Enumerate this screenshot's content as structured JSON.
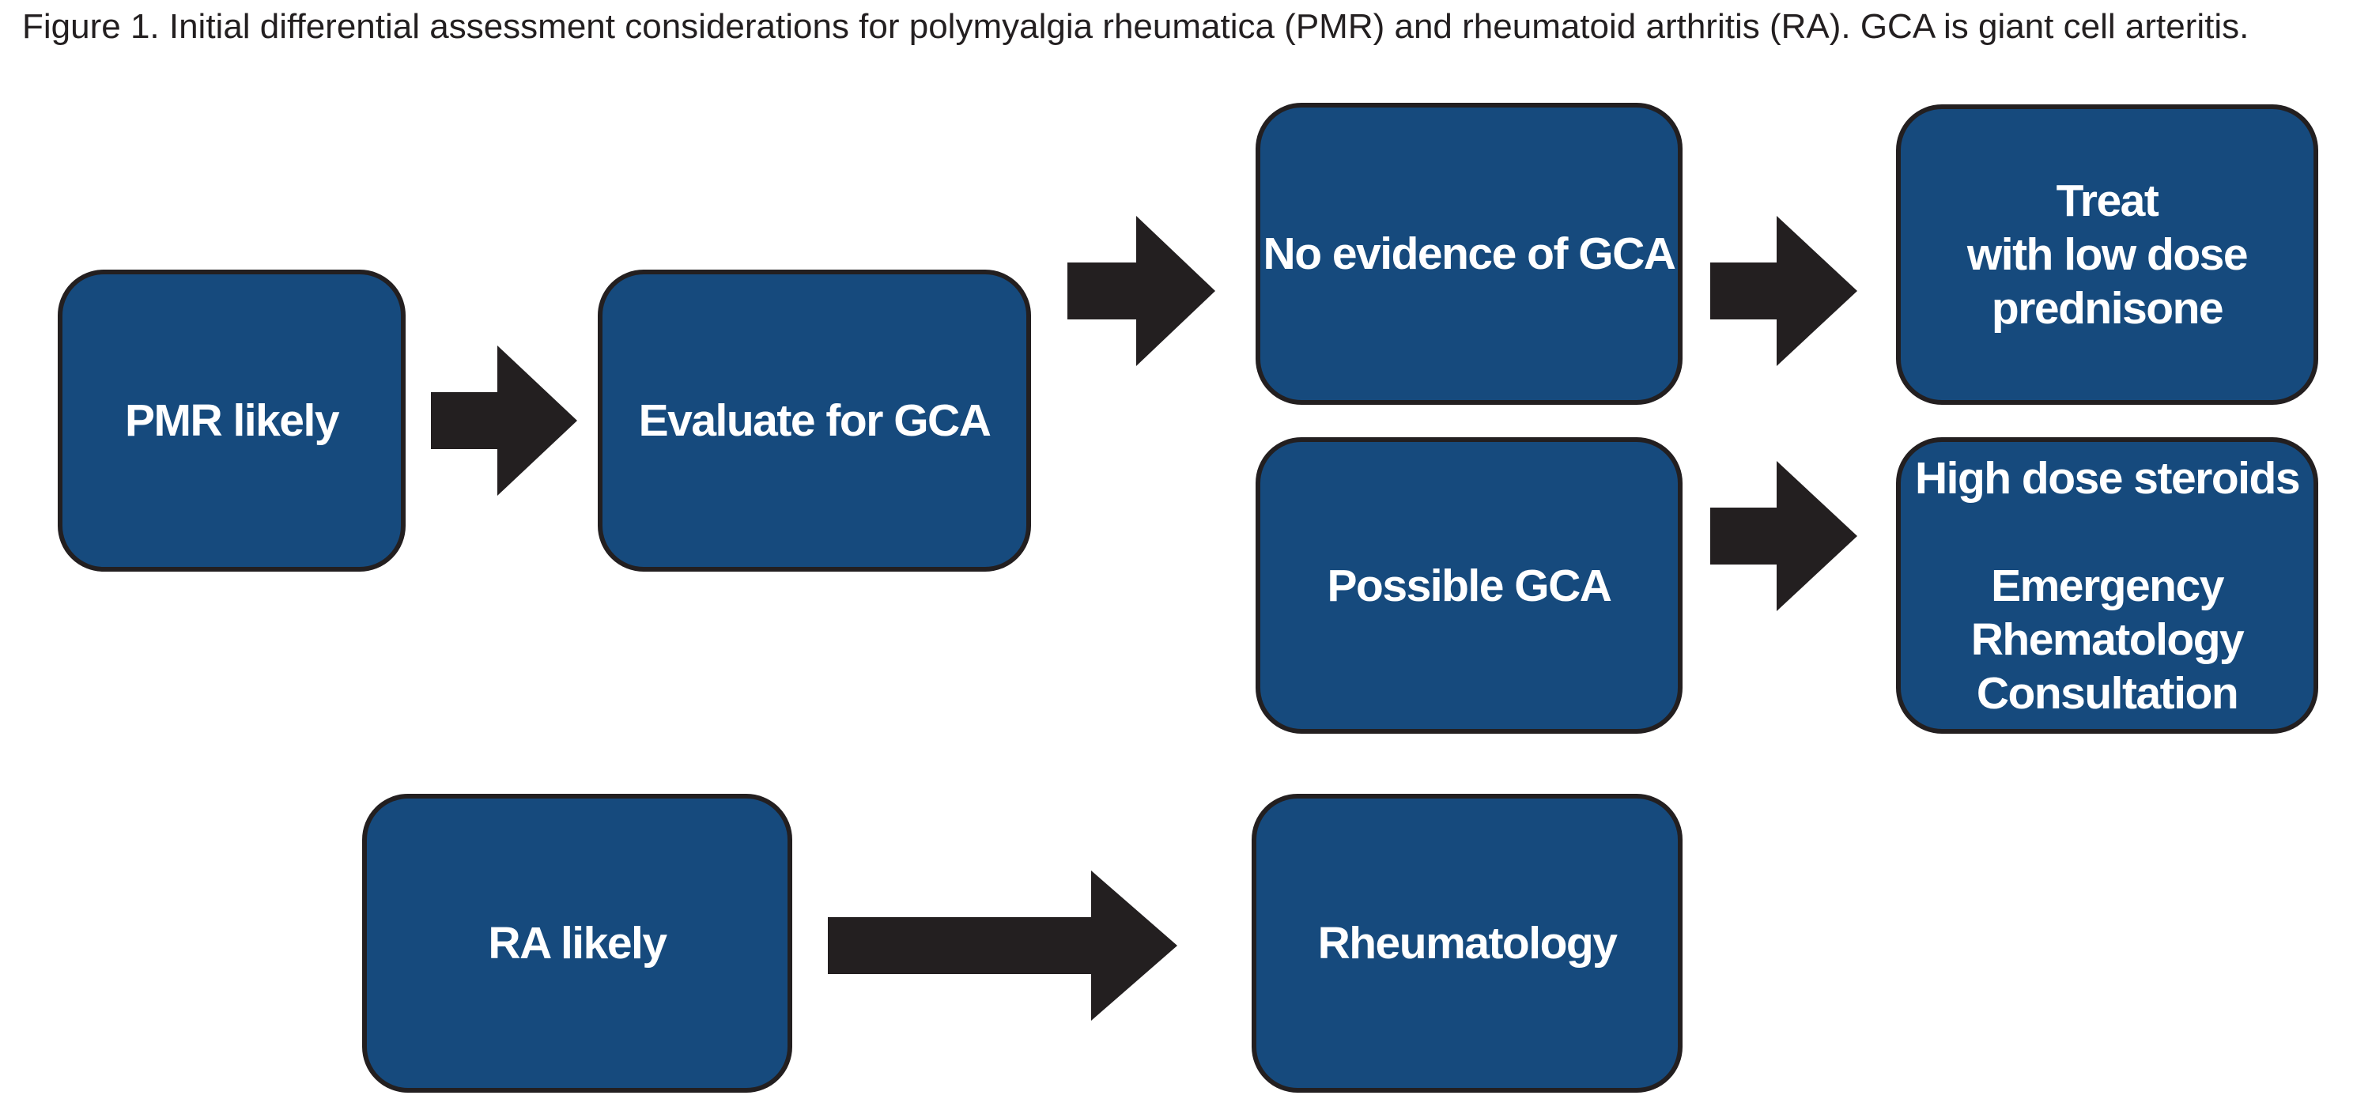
{
  "figure": {
    "caption": "Figure 1. Initial differential assessment considerations for polymyalgia rheumatica (PMR) and rheumatoid arthritis (RA). GCA is giant cell arteritis."
  },
  "colors": {
    "box_fill": "#164A7D",
    "ink": "#231F20",
    "box_text": "#FFFFFF",
    "background": "#FFFFFF"
  },
  "flowchart": {
    "nodes": [
      {
        "id": "pmr-likely",
        "lines": [
          "PMR likely"
        ]
      },
      {
        "id": "evaluate-for-gca",
        "lines": [
          "Evaluate for GCA"
        ]
      },
      {
        "id": "no-evidence-of-gca",
        "lines": [
          "No evidence of GCA"
        ]
      },
      {
        "id": "treat-with-low-dose-prednisone",
        "lines": [
          "Treat",
          "with low dose",
          "prednisone"
        ]
      },
      {
        "id": "possible-gca",
        "lines": [
          "Possible GCA"
        ]
      },
      {
        "id": "high-dose-steroids",
        "lines": [
          "High dose steroids",
          "",
          "Emergency",
          "Rhematology",
          "Consultation"
        ]
      },
      {
        "id": "ra-likely",
        "lines": [
          "RA likely"
        ]
      },
      {
        "id": "rheumatology",
        "lines": [
          "Rheumatology"
        ]
      }
    ],
    "edges": [
      {
        "from": "pmr-likely",
        "to": "evaluate-for-gca"
      },
      {
        "from": "evaluate-for-gca",
        "to": "no-evidence-of-gca"
      },
      {
        "from": "no-evidence-of-gca",
        "to": "treat-with-low-dose-prednisone"
      },
      {
        "from": "possible-gca",
        "to": "high-dose-steroids"
      },
      {
        "from": "ra-likely",
        "to": "rheumatology"
      }
    ]
  }
}
